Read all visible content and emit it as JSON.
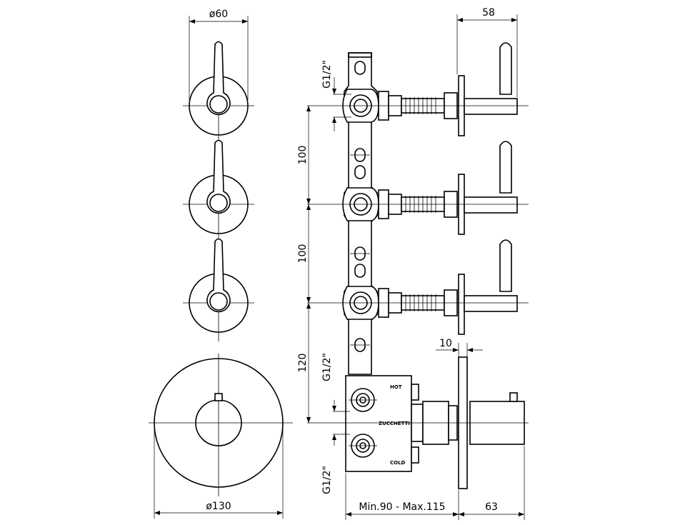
{
  "dimensions": {
    "rosette_small_diameter": "ø60",
    "rosette_large_diameter": "ø130",
    "lever_projection": "58",
    "spacing_upper": "100",
    "spacing_lower": "100",
    "spacing_mixer": "120",
    "plate_thickness": "10",
    "thread_top": "G1/2\"",
    "thread_middle": "G1/2\"",
    "thread_bottom": "G1/2\"",
    "depth_range": "Min.90  -  Max.115",
    "handle_projection": "63"
  },
  "body_labels": {
    "hot": "HOT",
    "brand": "ZUCCHETTI",
    "cold": "COLD"
  }
}
